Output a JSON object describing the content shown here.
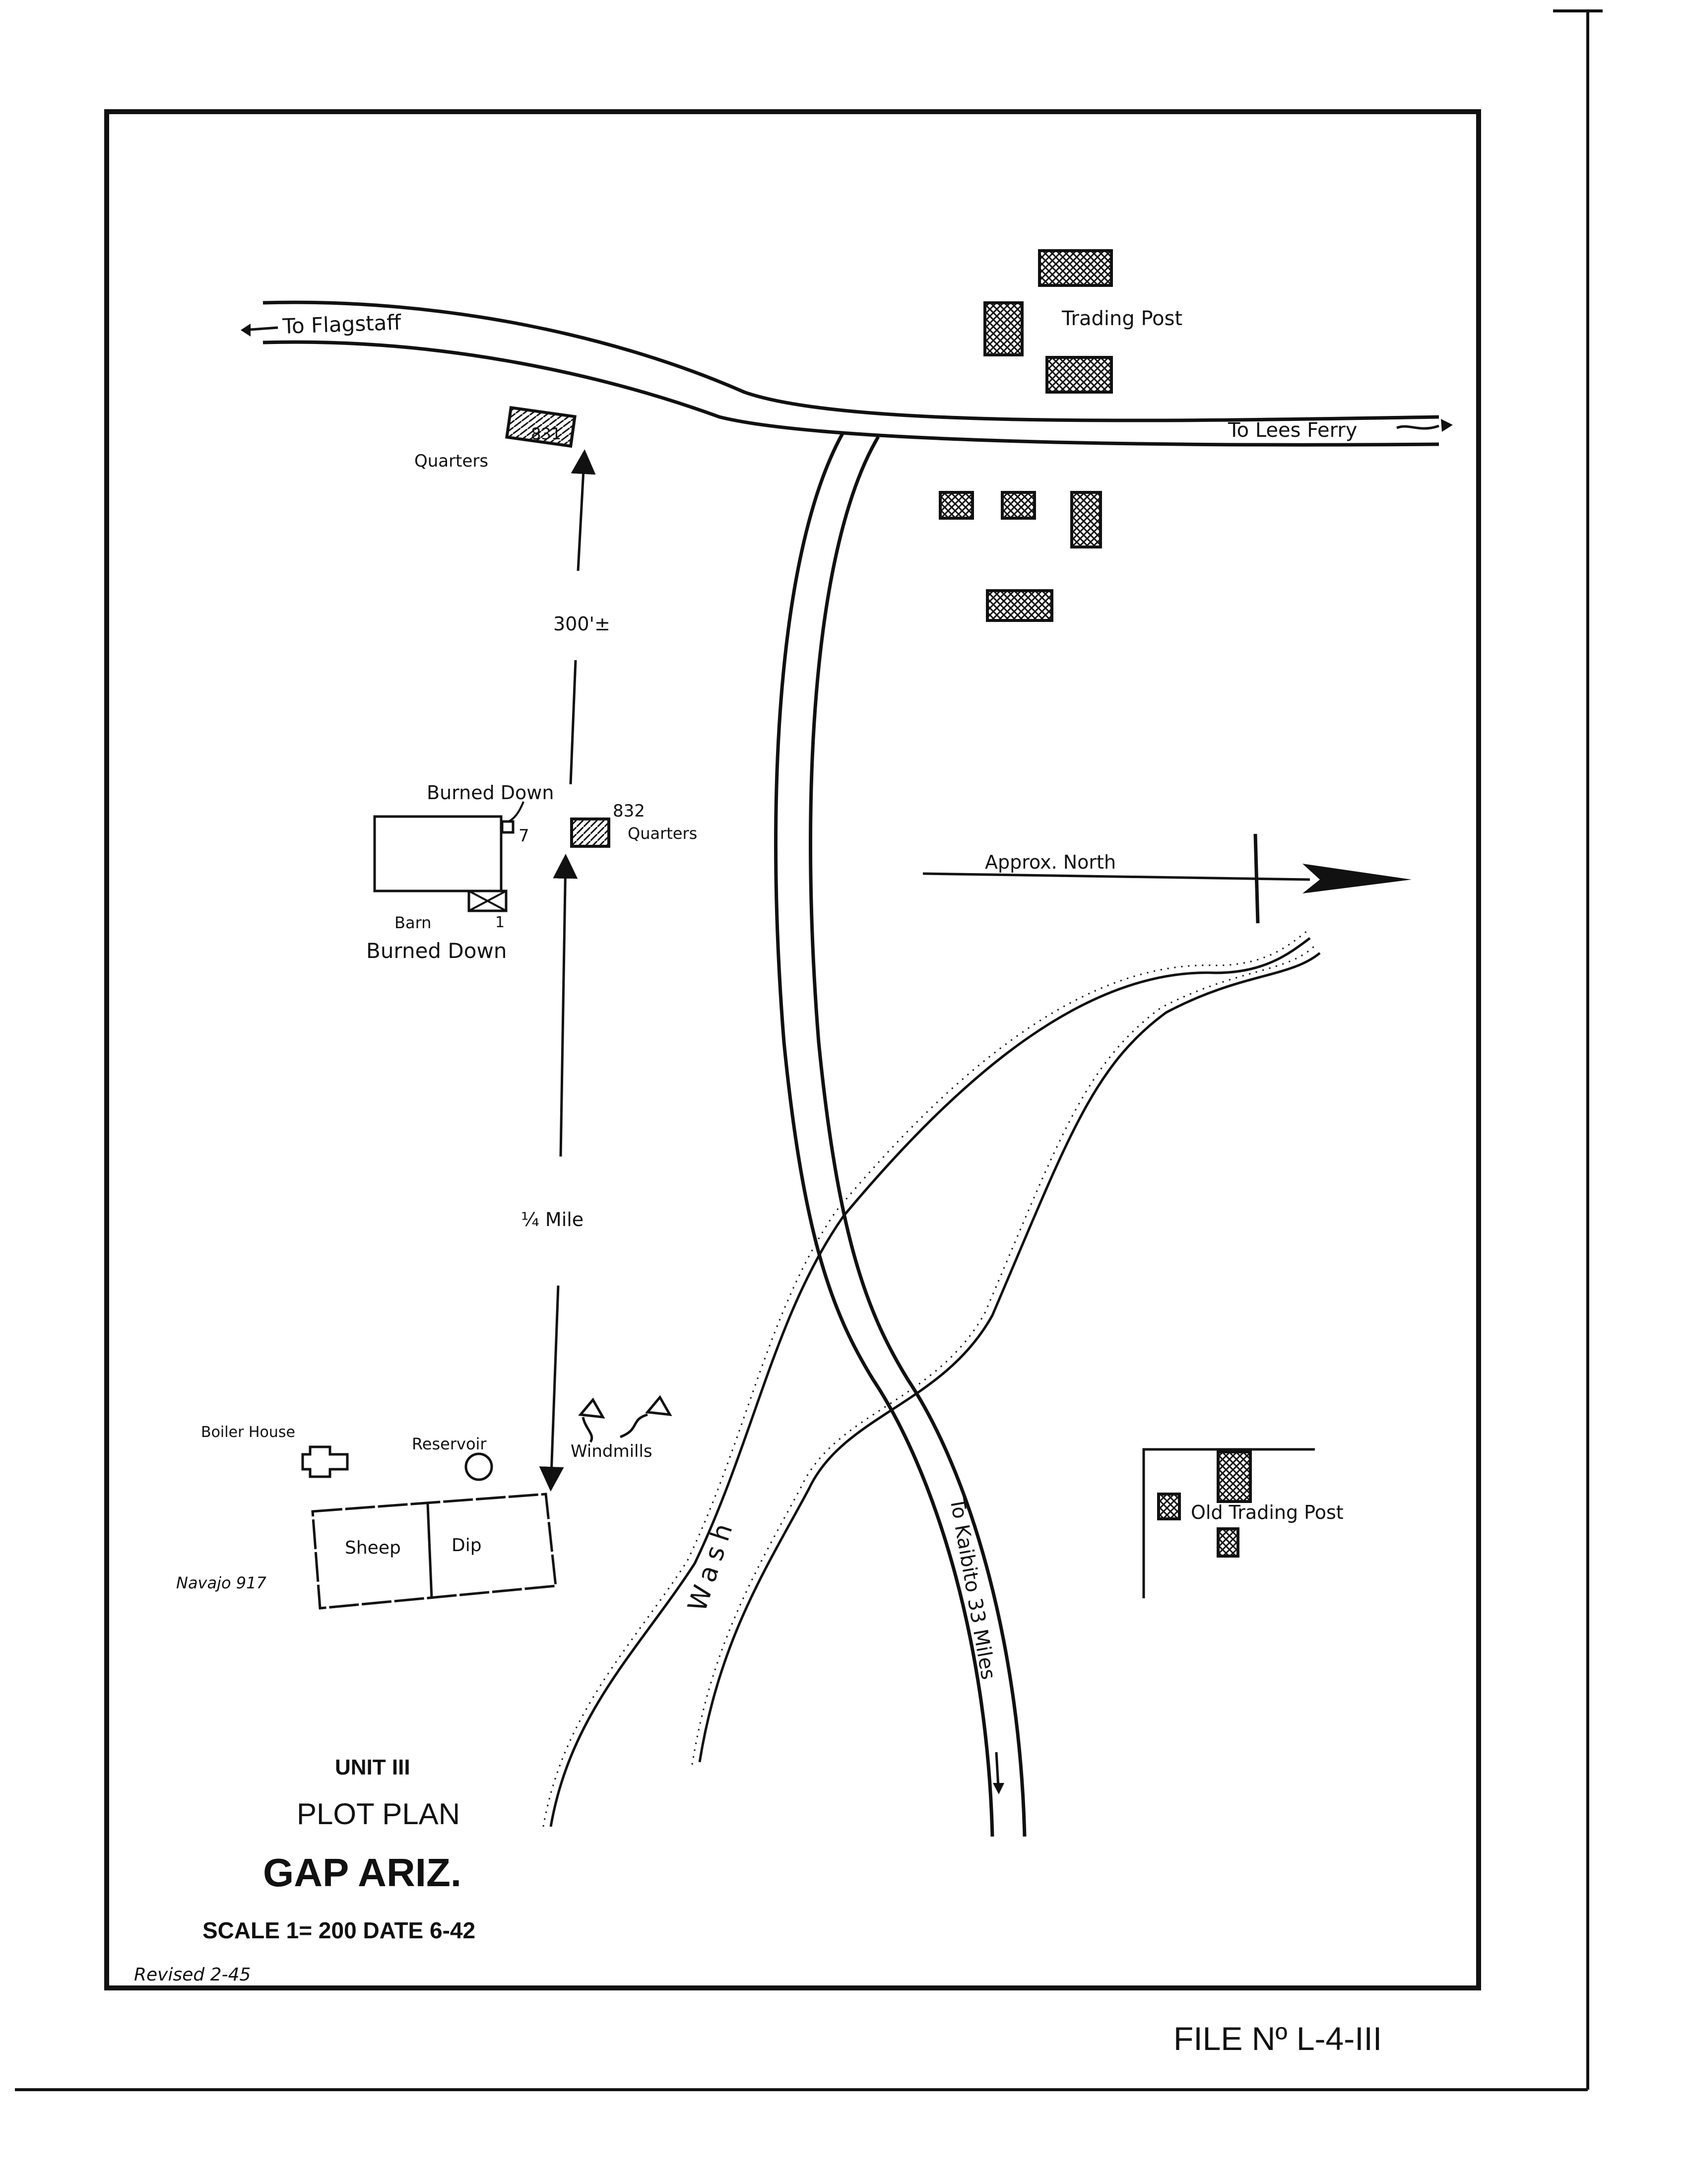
{
  "map": {
    "roads": {
      "to_flagstaff": "To Flagstaff",
      "to_lees_ferry": "To Lees Ferry",
      "to_kaibito": "To Kaibito 33 Miles"
    },
    "labels": {
      "trading_post": "Trading Post",
      "old_trading_post": "Old Trading Post",
      "quarters_831_label": "Quarters",
      "quarters_831_number": "831",
      "quarters_832_label": "Quarters",
      "quarters_832_number": "832",
      "dist_300": "300'±",
      "dist_quarter_mile": "¼ Mile",
      "approx_north": "Approx. North",
      "burned_down_top": "Burned Down",
      "burned_down_bottom": "Burned Down",
      "num_7": "7",
      "num_1": "1",
      "barn": "Barn",
      "boiler_house": "Boiler House",
      "reservoir": "Reservoir",
      "windmills": "Windmills",
      "sheep": "Sheep",
      "dip": "Dip",
      "navajo_917": "Navajo 917",
      "wash": "Wash"
    },
    "title_block": {
      "unit": "UNIT III",
      "plan": "PLOT PLAN",
      "place": "GAP ARIZ.",
      "scale_date": "SCALE 1= 200   DATE 6-42",
      "revised": "Revised   2-45"
    },
    "file_no": "FILE Nº L-4-III"
  },
  "colors": {
    "ink": "#111111",
    "paper": "#ffffff"
  }
}
